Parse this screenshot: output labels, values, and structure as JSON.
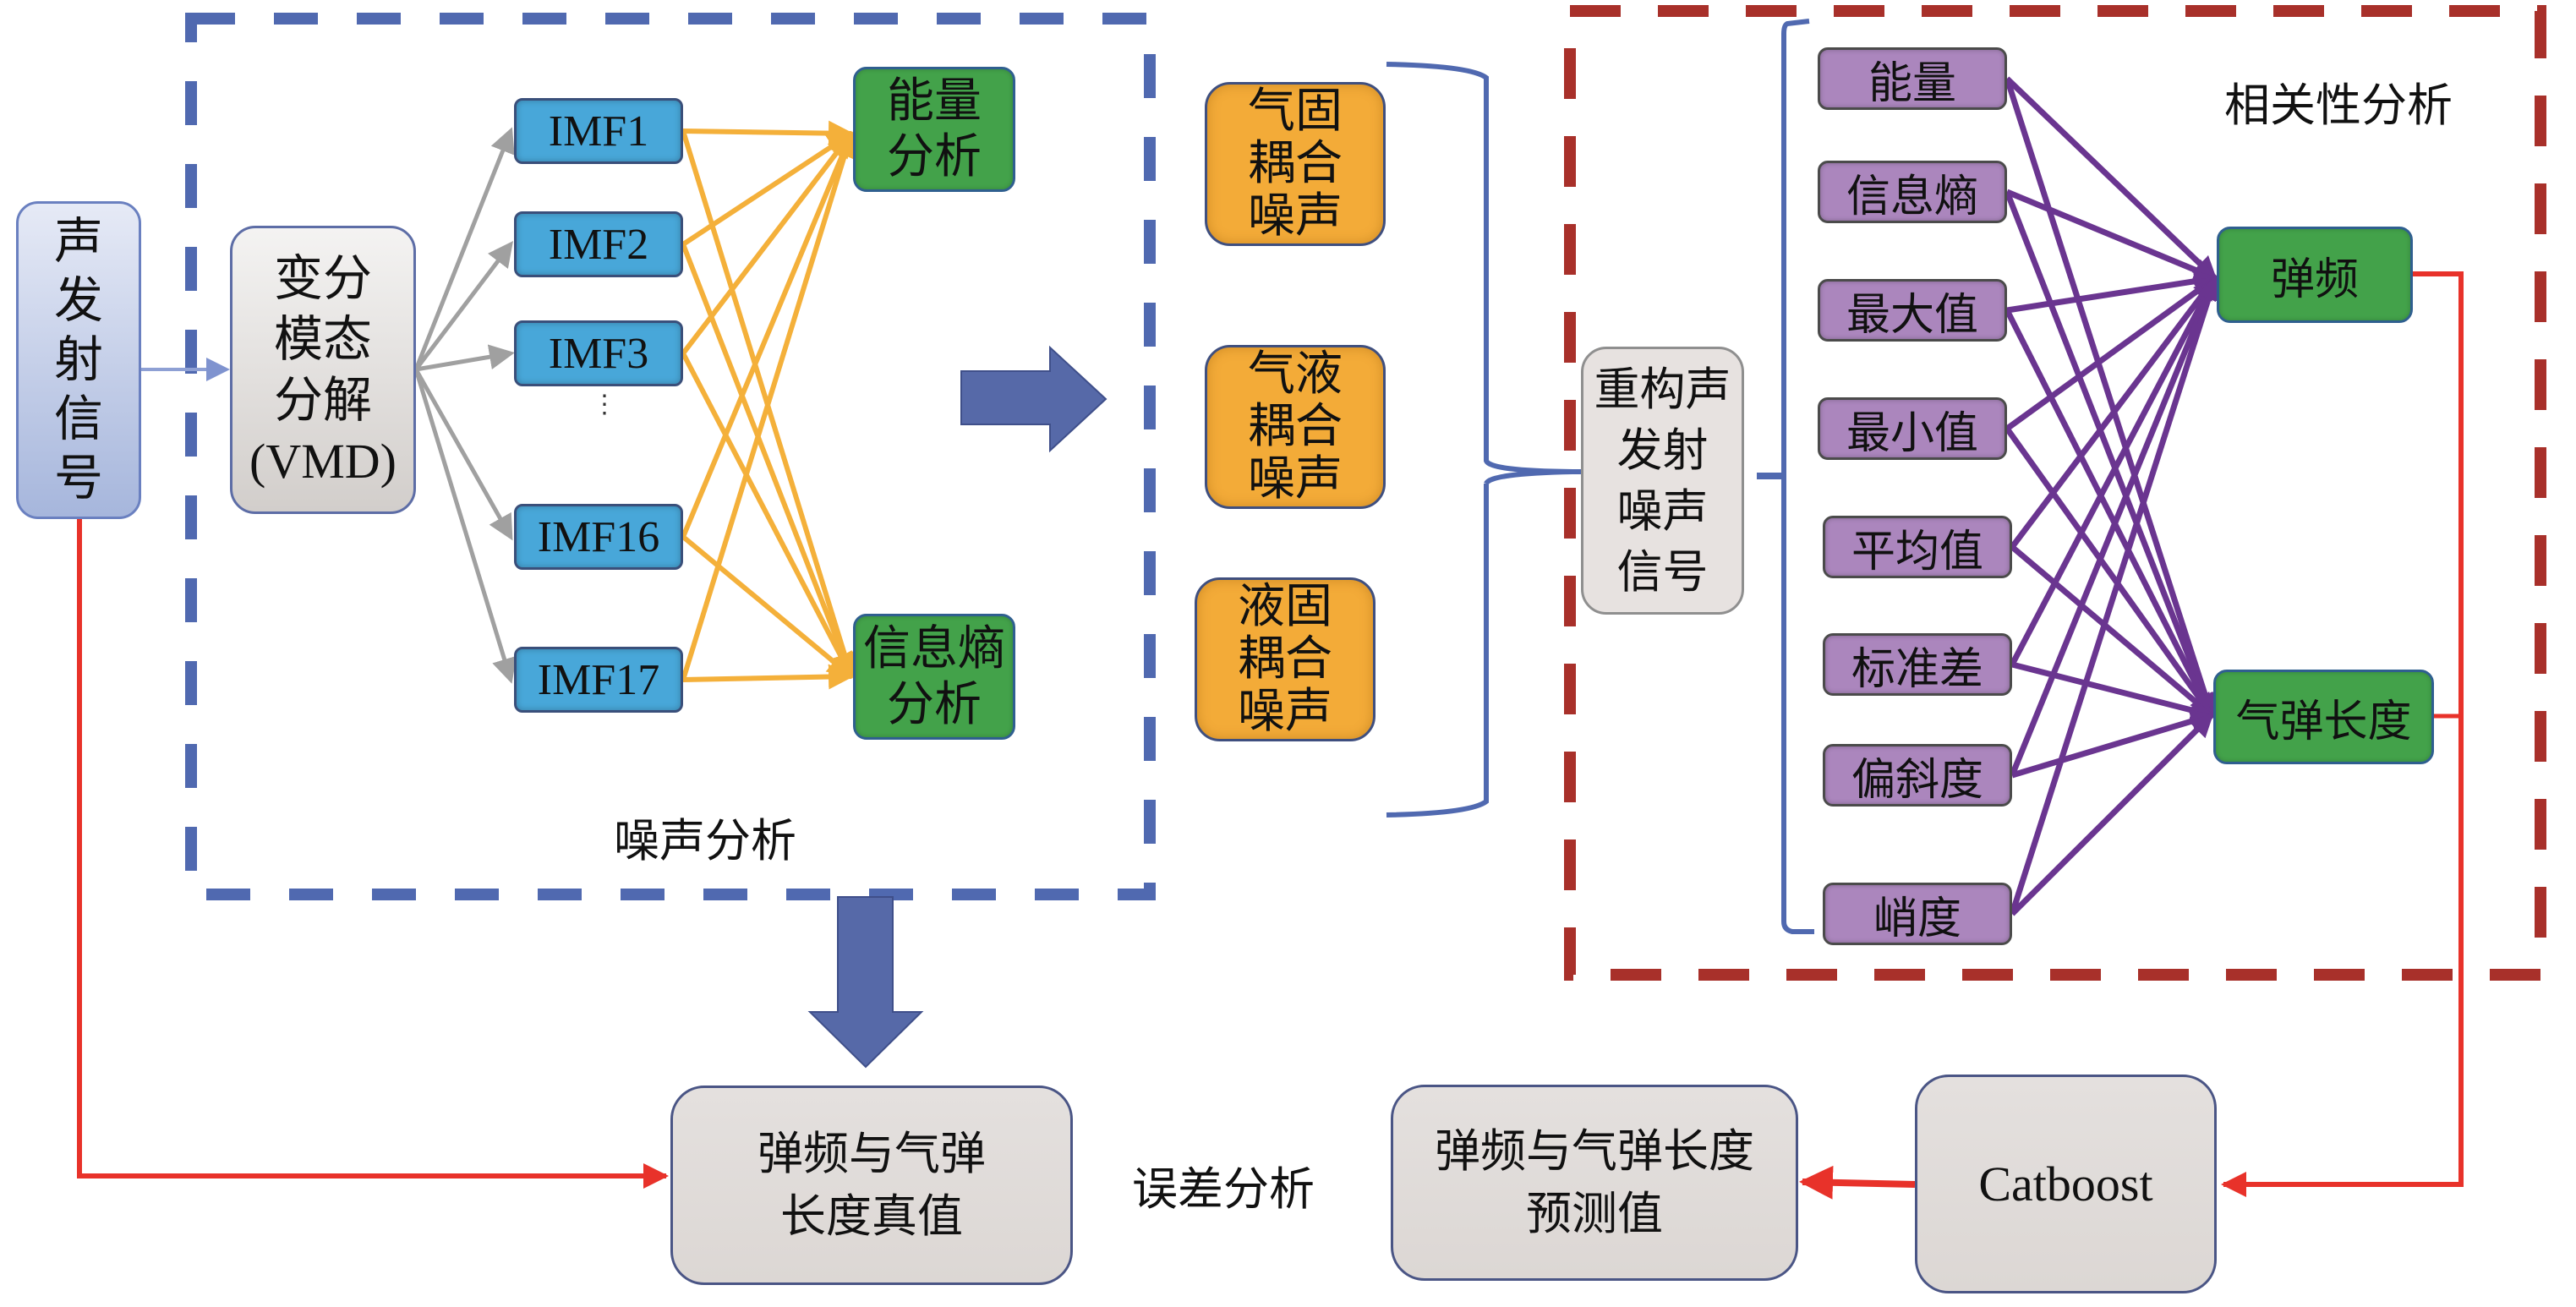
{
  "diagram": {
    "input_signal": "声发射信号",
    "vmd": {
      "line1": "变分",
      "line2": "模态",
      "line3": "分解",
      "line4": "(VMD)"
    },
    "imfs": [
      "IMF1",
      "IMF2",
      "IMF3",
      "IMF16",
      "IMF17"
    ],
    "ellipsis": "⋮",
    "analysis_energy": {
      "line1": "能量",
      "line2": "分析"
    },
    "analysis_entropy": {
      "line1": "信息熵",
      "line2": "分析"
    },
    "noise_section_label": "噪声分析",
    "noise_types": [
      {
        "line1": "气固",
        "line2": "耦合",
        "line3": "噪声"
      },
      {
        "line1": "气液",
        "line2": "耦合",
        "line3": "噪声"
      },
      {
        "line1": "液固",
        "line2": "耦合",
        "line3": "噪声"
      }
    ],
    "reconstructed": {
      "line1": "重构声",
      "line2": "发射",
      "line3": "噪声",
      "line4": "信号"
    },
    "features": [
      "能量",
      "信息熵",
      "最大值",
      "最小值",
      "平均值",
      "标准差",
      "偏斜度",
      "峭度"
    ],
    "correlation_label": "相关性分析",
    "targets": [
      "弹频",
      "气弹长度"
    ],
    "true_value": {
      "line1": "弹频与气弹",
      "line2": "长度真值"
    },
    "error_label": "误差分析",
    "predicted": {
      "line1": "弹频与气弹长度",
      "line2": "预测值"
    },
    "model": "Catboost"
  },
  "colors": {
    "noise_box_border": "#5069b0",
    "correlation_box_border": "#a8302a",
    "imf_fill": "#48a7d9",
    "analysis_fill": "#43a24a",
    "noise_fill": "#f3ab38",
    "feature_fill": "#ab86bd",
    "vmd_arrow": "#a0a0a0",
    "imf_arrow": "#f4b03a",
    "feature_line": "#6a3590",
    "flow_red": "#e8322a",
    "block_arrow": "#5669a8"
  }
}
